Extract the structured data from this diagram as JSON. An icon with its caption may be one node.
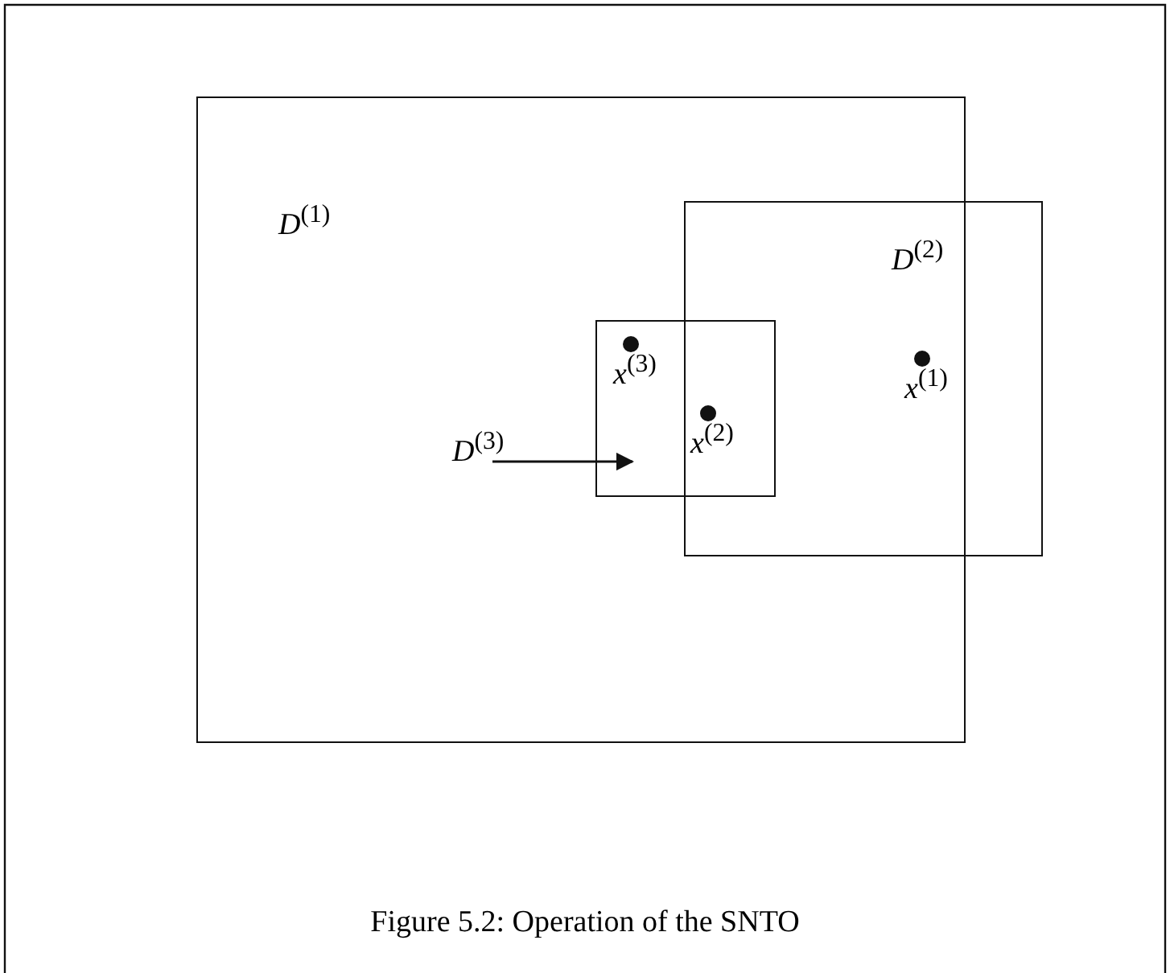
{
  "diagram": {
    "caption": "Figure 5.2: Operation of the SNTO",
    "nodes": [
      {
        "text": [
          "*D*$^{(1)}$"
        ]
      },
      {
        "text": [
          "*D*$^{(2)}$"
        ]
      },
      {
        "text": [],
        "shape": "box",
        "in": 0
      },
      {
        "text": [
          "*D*$^{(3)}$"
        ],
        "in": 0
      },
      {
        "text": [
          "*x*$^{(3)}$"
        ],
        "in": 2
      },
      {
        "text": [
          "*x*$^{(2)}$"
        ]
      },
      {
        "text": [
          "*x*$^{(1)}$"
        ]
      }
    ],
    "edges": [
      {
        "from": 3,
        "to": 2,
        "arrow": "to"
      }
    ]
  }
}
